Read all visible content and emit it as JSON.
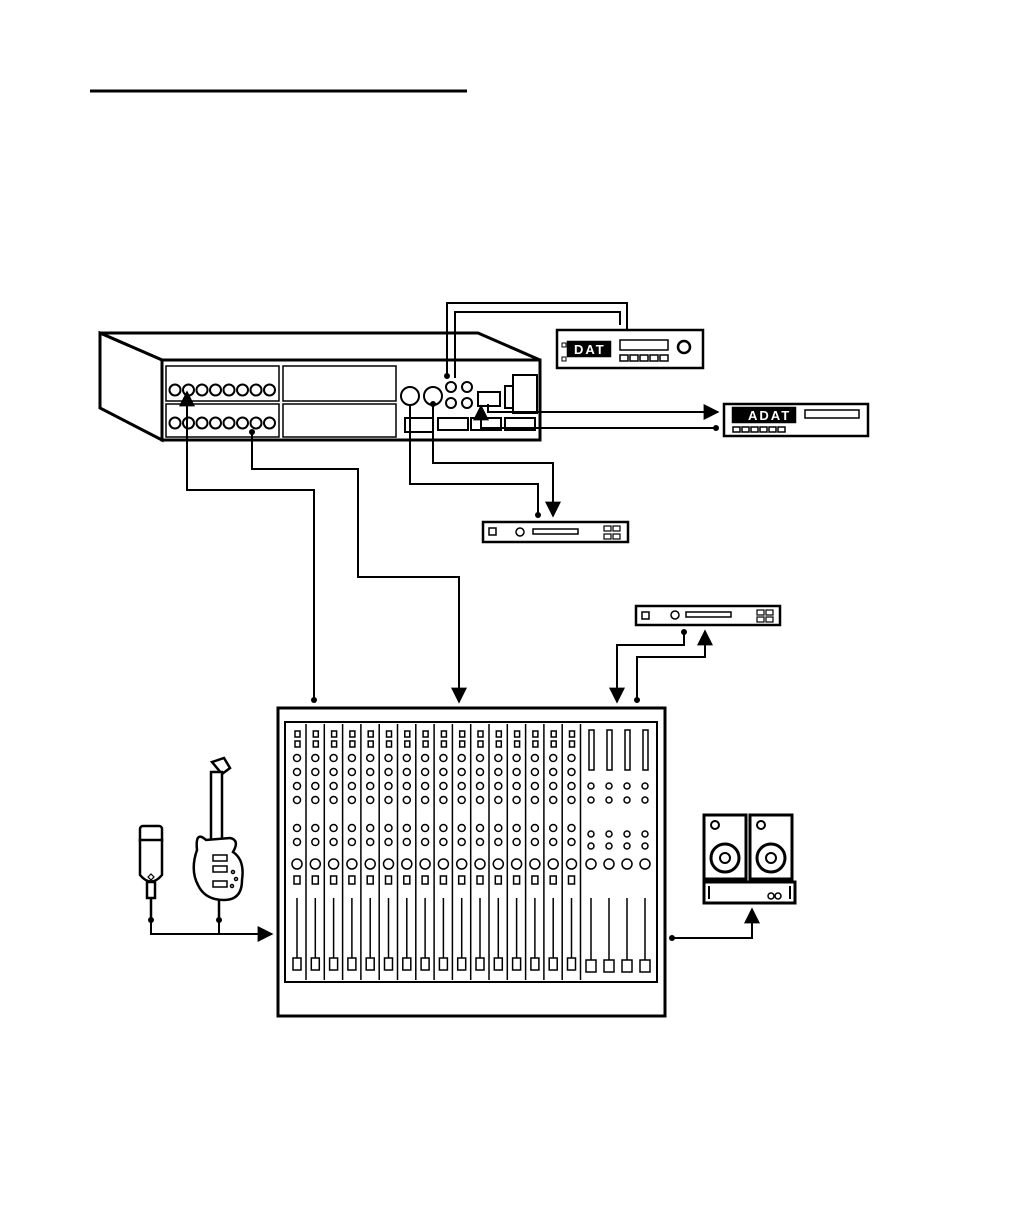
{
  "devices": {
    "dat_recorder": {
      "label": "DAT"
    },
    "adat_recorder": {
      "label": "ADAT"
    }
  },
  "colors": {
    "ink": "#000000",
    "paper": "#ffffff"
  },
  "icons": [
    "interface-rack-unit",
    "dat-recorder",
    "adat-recorder",
    "effects-processor",
    "mixing-console",
    "microphone-icon",
    "electric-guitar-icon",
    "studio-monitors"
  ]
}
